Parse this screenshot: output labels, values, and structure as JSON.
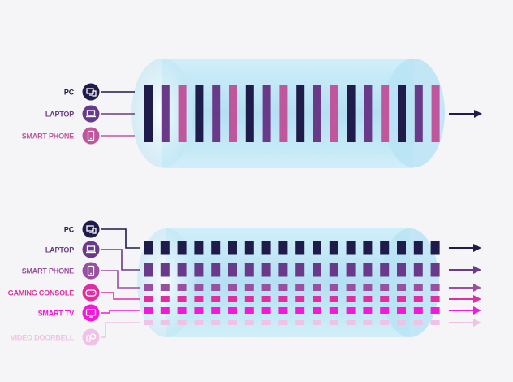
{
  "colors": {
    "dark": "#1f1b4a",
    "purple": "#6a3a8a",
    "mauve": "#9a4fa0",
    "pink": "#c0569c",
    "magenta": "#e02ea0",
    "hot_pink": "#f21ad6",
    "light_pink": "#f2c2e6",
    "pipe": "#bfe6f5",
    "background": "#f5f5f7"
  },
  "top_section": {
    "devices": [
      {
        "label": "PC",
        "icon": "monitor-icon",
        "color": "#1f1b4a"
      },
      {
        "label": "LAPTOP",
        "icon": "laptop-icon",
        "color": "#6a3a8a"
      },
      {
        "label": "SMART PHONE",
        "icon": "smartphone-icon",
        "color": "#c0569c"
      }
    ],
    "bar_colors": [
      "#1f1b4a",
      "#6a3a8a",
      "#c0569c",
      "#1f1b4a",
      "#6a3a8a",
      "#c0569c",
      "#1f1b4a",
      "#6a3a8a",
      "#c0569c",
      "#1f1b4a",
      "#6a3a8a",
      "#c0569c",
      "#1f1b4a",
      "#6a3a8a",
      "#c0569c",
      "#1f1b4a",
      "#6a3a8a",
      "#c0569c"
    ],
    "output_arrow_color": "#1f1b4a"
  },
  "bottom_section": {
    "devices": [
      {
        "label": "PC",
        "icon": "monitor-icon",
        "color": "#1f1b4a"
      },
      {
        "label": "LAPTOP",
        "icon": "laptop-icon",
        "color": "#6a3a8a"
      },
      {
        "label": "SMART PHONE",
        "icon": "smartphone-icon",
        "color": "#9a4fa0"
      },
      {
        "label": "GAMING CONSOLE",
        "icon": "gamepad-icon",
        "color": "#e02ea0"
      },
      {
        "label": "SMART TV",
        "icon": "tv-icon",
        "color": "#f21ad6"
      },
      {
        "label": "VIDEO DOORBELL",
        "icon": "doorbell-icon",
        "color": "#f2c2e6"
      }
    ],
    "lane_colors": [
      "#1f1b4a",
      "#6a3a8a",
      "#9a4fa0",
      "#e02ea0",
      "#f21ad6",
      "#f2c2e6"
    ],
    "blocks_per_lane": 18
  }
}
